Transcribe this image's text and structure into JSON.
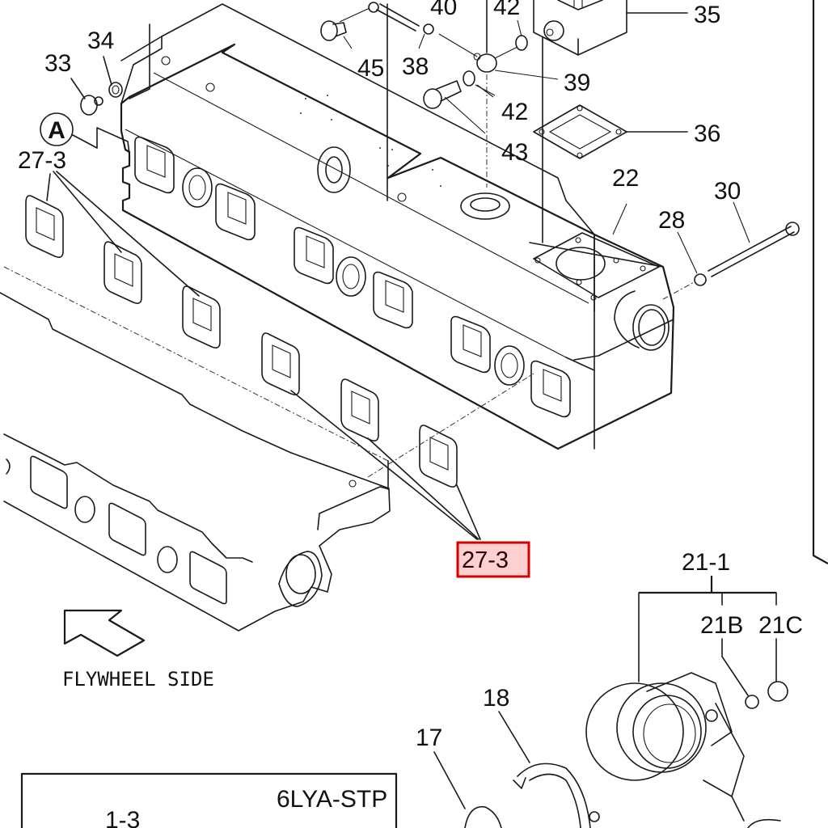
{
  "diagram": {
    "title": "Exhaust manifold exploded parts view",
    "model_box_label": "6LYA-STP",
    "direction_caption": "FLYWHEEL SIDE",
    "section_marker": "A",
    "highlight": {
      "label": "27-3",
      "fill": "#ffd0d0",
      "border": "#d40000"
    },
    "callouts": [
      {
        "id": "c33",
        "text": "33"
      },
      {
        "id": "c34",
        "text": "34"
      },
      {
        "id": "c27-3-top",
        "text": "27-3"
      },
      {
        "id": "c45",
        "text": "45"
      },
      {
        "id": "c40",
        "text": "40"
      },
      {
        "id": "c38",
        "text": "38"
      },
      {
        "id": "c42a",
        "text": "42"
      },
      {
        "id": "c42b",
        "text": "42"
      },
      {
        "id": "c43",
        "text": "43"
      },
      {
        "id": "c39",
        "text": "39"
      },
      {
        "id": "c35",
        "text": "35"
      },
      {
        "id": "c36",
        "text": "36"
      },
      {
        "id": "c22",
        "text": "22"
      },
      {
        "id": "c28",
        "text": "28"
      },
      {
        "id": "c30",
        "text": "30"
      },
      {
        "id": "c21-1",
        "text": "21-1"
      },
      {
        "id": "c21B",
        "text": "21B"
      },
      {
        "id": "c21C",
        "text": "21C"
      },
      {
        "id": "c18",
        "text": "18"
      },
      {
        "id": "c17",
        "text": "17"
      },
      {
        "id": "c1-3",
        "text": "1-3"
      }
    ]
  }
}
